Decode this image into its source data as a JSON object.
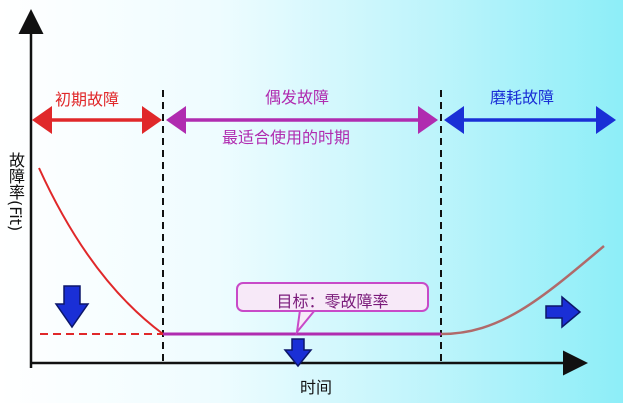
{
  "phases": {
    "early_failure": "初期故障",
    "random_failure": "偶发故障",
    "optimal_period": "最适合使用的时期",
    "wear_out": "磨耗故障"
  },
  "axes": {
    "y_label": "故障率(Fit)",
    "x_label": "时间"
  },
  "target_label": "目标：零故障率",
  "colors": {
    "early": "#e0282a",
    "random": "#b02cb0",
    "wear": "#1a2fd6",
    "wear_curve": "#b06a6a",
    "arrow_fill": "#1a2fd6"
  },
  "icons": [
    "down-arrow-icon",
    "right-arrow-icon"
  ]
}
